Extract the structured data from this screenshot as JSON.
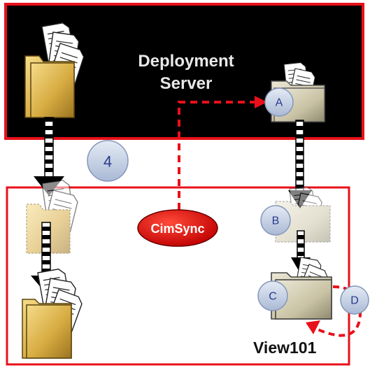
{
  "server": {
    "title_line1": "Deployment",
    "title_line2": "Server"
  },
  "step_badge": "4",
  "sync_label": "CimSync",
  "badges": {
    "a": "A",
    "b": "B",
    "c": "C",
    "d": "D"
  },
  "client_label": "View101",
  "colors": {
    "frame_red": "#e8101a",
    "server_fill": "#000000",
    "badge_fill": "#c7d3e6",
    "badge_text": "#2a3a8c",
    "sync_fill": "#e00000",
    "folder_gold": "#d9b24a",
    "folder_gray": "#c9c3a7"
  }
}
